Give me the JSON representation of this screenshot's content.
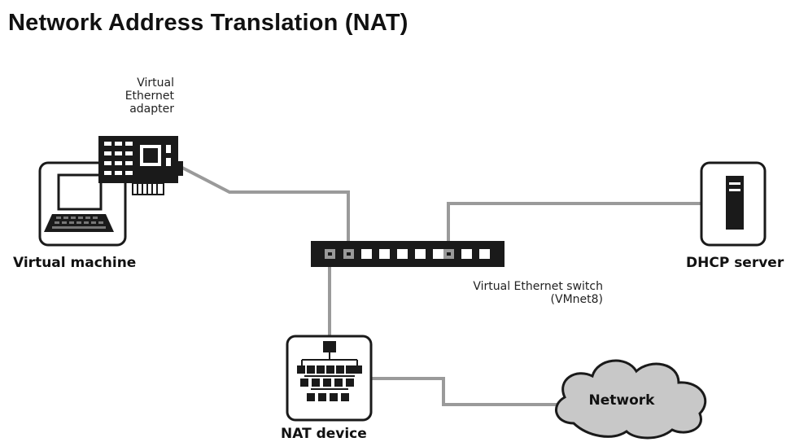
{
  "title": "Network Address Translation (NAT)",
  "labels": {
    "adapter": [
      "Virtual",
      "Ethernet",
      "adapter"
    ],
    "virtual_machine": "Virtual machine",
    "dhcp_server": "DHCP server",
    "switch": [
      "Virtual Ethernet switch",
      "(VMnet8)"
    ],
    "nat_device": "NAT device",
    "network": "Network"
  },
  "colors": {
    "device": "#1a1a1a",
    "cable": "#9a9a9a",
    "cloud": "#c8c8c8"
  }
}
